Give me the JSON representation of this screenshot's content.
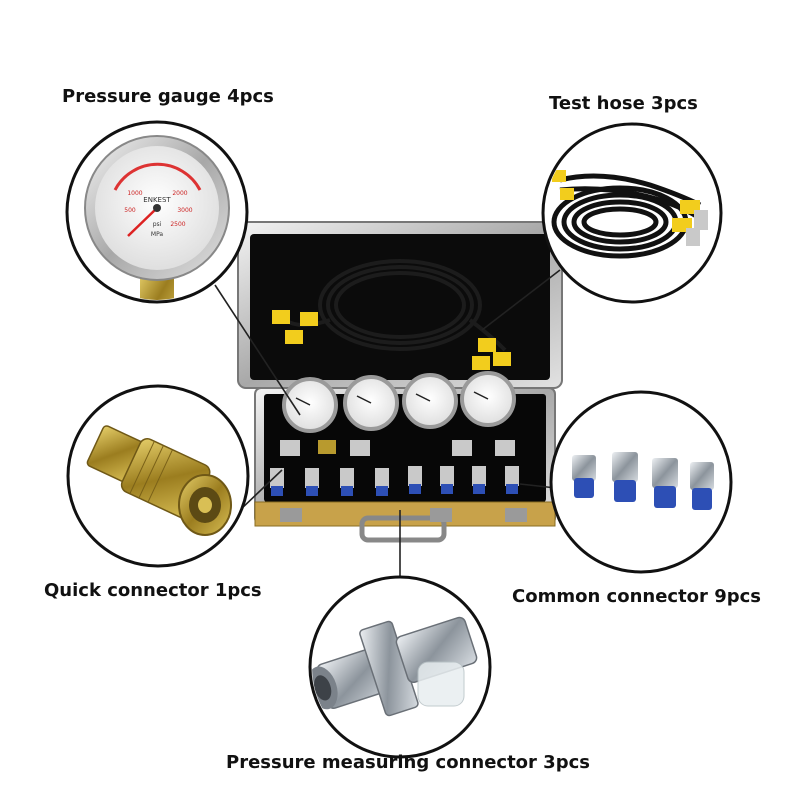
{
  "labels": {
    "pressure_gauge": "Pressure gauge 4pcs",
    "test_hose": "Test hose 3pcs",
    "quick_connector": "Quick connector 1pcs",
    "common_connector": "Common connector 9pcs",
    "pressure_measuring_connector": "Pressure measuring connector 3pcs"
  },
  "gauge_text": {
    "brand": "ENKEST",
    "scale_1": "1000",
    "scale_2": "2000",
    "scale_3": "3000",
    "scale_4": "500",
    "scale_5": "2500",
    "unit_1": "psi",
    "unit_2": "MPa"
  },
  "colors": {
    "case_silver": "#c9c9c9",
    "case_gold": "#c8a24a",
    "connector_blue": "#2d4fb5",
    "hose_black": "#111111",
    "coupler_yellow": "#f2cd1d",
    "brass": "#b89a2e"
  }
}
